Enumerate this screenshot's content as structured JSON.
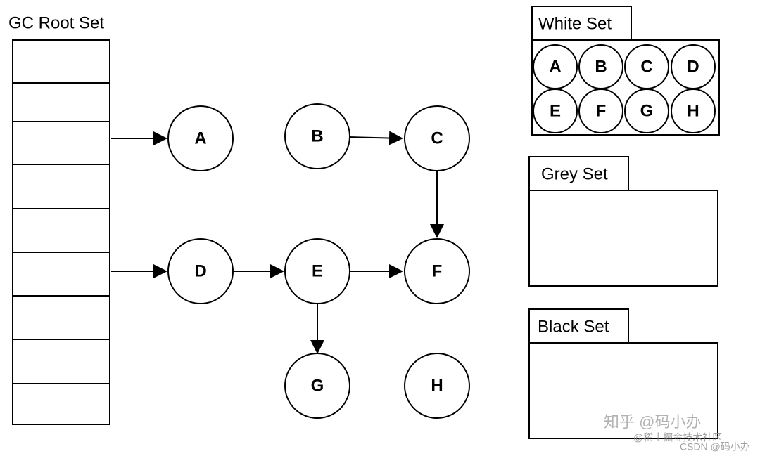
{
  "gc_root": {
    "title": "GC Root Set",
    "slot_count": 9
  },
  "nodes": [
    {
      "id": "A",
      "label": "A"
    },
    {
      "id": "B",
      "label": "B"
    },
    {
      "id": "C",
      "label": "C"
    },
    {
      "id": "D",
      "label": "D"
    },
    {
      "id": "E",
      "label": "E"
    },
    {
      "id": "F",
      "label": "F"
    },
    {
      "id": "G",
      "label": "G"
    },
    {
      "id": "H",
      "label": "H"
    }
  ],
  "edges": [
    {
      "from": "root-slot-3",
      "to": "A"
    },
    {
      "from": "root-slot-6",
      "to": "D"
    },
    {
      "from": "B",
      "to": "C"
    },
    {
      "from": "C",
      "to": "F"
    },
    {
      "from": "D",
      "to": "E"
    },
    {
      "from": "E",
      "to": "F"
    },
    {
      "from": "E",
      "to": "G"
    }
  ],
  "sets": {
    "white": {
      "title": "White Set",
      "members": [
        "A",
        "B",
        "C",
        "D",
        "E",
        "F",
        "G",
        "H"
      ]
    },
    "grey": {
      "title": "Grey Set",
      "members": []
    },
    "black": {
      "title": "Black Set",
      "members": []
    }
  },
  "watermark": {
    "line1": "知乎 @码小办",
    "line2": "@稀土掘金技术社区",
    "line3": "CSDN @码小办"
  },
  "colors": {
    "stroke": "#000000",
    "background": "#ffffff"
  }
}
